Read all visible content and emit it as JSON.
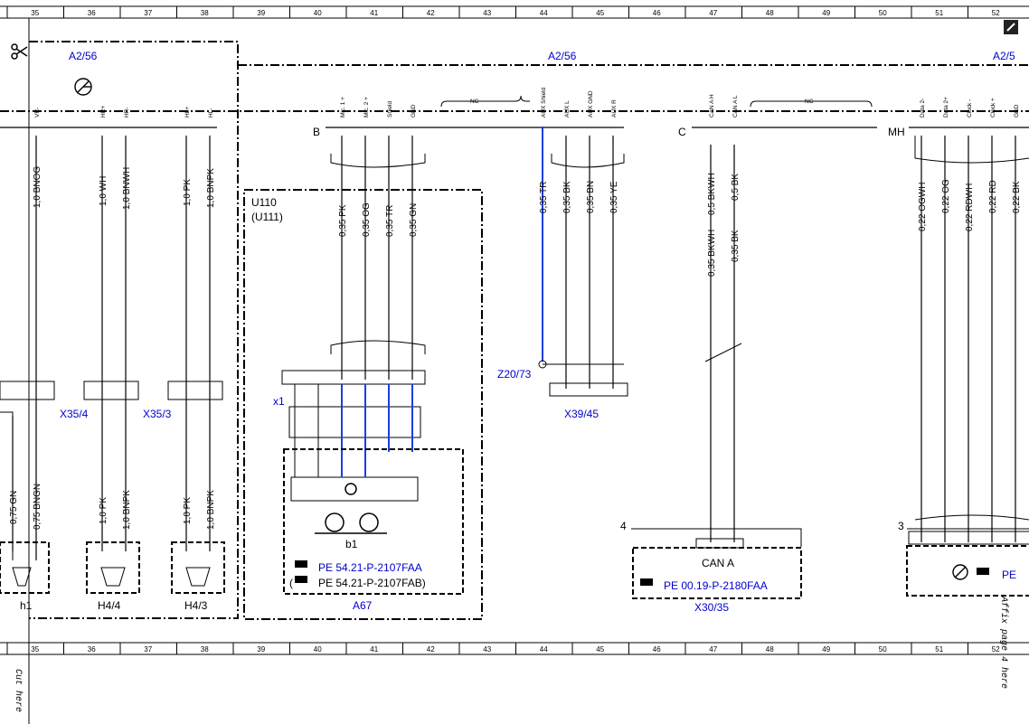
{
  "ruler": {
    "cols": [
      "35",
      "36",
      "37",
      "38",
      "39",
      "40",
      "41",
      "42",
      "43",
      "44",
      "45",
      "46",
      "47",
      "48",
      "49",
      "50",
      "51",
      "52"
    ]
  },
  "components": {
    "a2_56_left": "A2/56",
    "a2_56_center": "A2/56",
    "a2_56_right": "A2/5",
    "u110": "U110",
    "u111": "(U111)",
    "x35_4": "X35/4",
    "x35_3": "X35/3",
    "z20_73": "Z20/73",
    "x39_45": "X39/45",
    "x1": "x1",
    "b1": "b1",
    "a67": "A67",
    "h1": "h1",
    "h4_4": "H4/4",
    "h4_3": "H4/3",
    "x30_35": "X30/35",
    "can_a": "CAN A"
  },
  "connectors": {
    "b": "B",
    "c": "C",
    "mh": "MH",
    "nc1": "NC",
    "nc2": "NC"
  },
  "pin_names": [
    "VR-",
    "HR+",
    "HR-",
    "HL+",
    "HL-",
    "Mic. 1 +",
    "Mic. 2 +",
    "Shield",
    "GND",
    "AUX Shield",
    "AUX L",
    "AUX GND",
    "AUX R",
    "CAN A H",
    "CAN A L",
    "Data 2-",
    "Data 2+",
    "Clock -",
    "Clock +",
    "GND"
  ],
  "wires": {
    "w1": "1,0 BNOG",
    "w2": "1,0 WH",
    "w3": "1,0 BNWH",
    "w4": "1,0 PK",
    "w5": "1,0 BNPK",
    "w6": "0,35 PK",
    "w7": "0,35 OG",
    "w8": "0,35 TR",
    "w9": "0,35 GN",
    "w10": "0,35 TR",
    "w11": "0,35 BK",
    "w12": "0,35 BN",
    "w13": "0,35 YE",
    "w14": "0,5 BKWH",
    "w15": "0,5 BK",
    "w16": "0,35 BKWH",
    "w17": "0,35 BK",
    "w18": "0,22 OGWH",
    "w19": "0,22 OG",
    "w20": "0,22 RDWH",
    "w21": "0,22 RD",
    "w22": "0,22 BK",
    "w23": "0,75 GN",
    "w24": "0,75 BNGN",
    "w25": "1,0 PK",
    "w26": "1,0 BNPK",
    "w27": "1,0 PK",
    "w28": "1,0 BNPK"
  },
  "refs": {
    "pe1": "PE 54.21-P-2107FAA",
    "pe2": "PE 54.21-P-2107FAB)",
    "pe2_open": "(",
    "pe3": "PE 00.19-P-2180FAA",
    "pe4": "PE"
  },
  "notes": {
    "cut_here": "Cut here",
    "affix": "Affix page 4 here",
    "num4": "4",
    "num3": "3"
  }
}
